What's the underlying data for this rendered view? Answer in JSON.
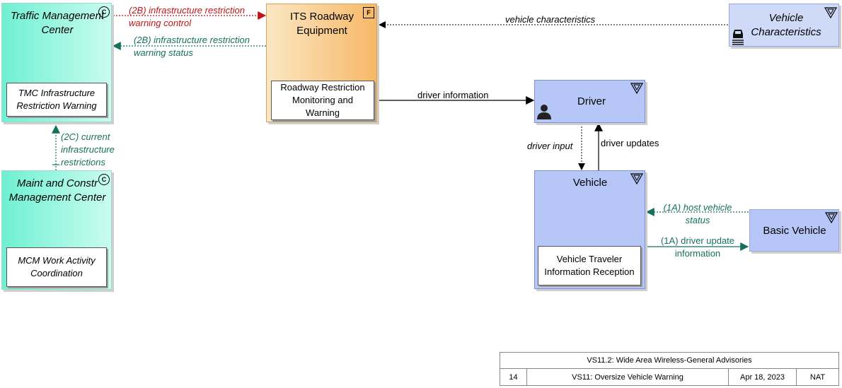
{
  "nodes": {
    "tmc": {
      "title": "Traffic Management Center",
      "badge": "C",
      "sub": "TMC Infrastructure Restriction Warning"
    },
    "mcm": {
      "title": "Maint and Constr Management Center",
      "badge": "C",
      "sub": "MCM Work Activity Coordination"
    },
    "its": {
      "title": "ITS Roadway Equipment",
      "badge": "F",
      "sub": "Roadway Restriction Monitoring and Warning"
    },
    "vehicle_char": {
      "title": "Vehicle Characteristics"
    },
    "driver": {
      "title": "Driver"
    },
    "vehicle": {
      "title": "Vehicle",
      "sub": "Vehicle Traveler Information Reception"
    },
    "basic_vehicle": {
      "title": "Basic Vehicle"
    }
  },
  "flows": {
    "warning_control": "(2B) infrastructure restriction warning control",
    "warning_status": "(2B) infrastructure restriction warning status",
    "current_restrictions": "(2C) current infrastructure restrictions",
    "vehicle_characteristics": "vehicle characteristics",
    "driver_information": "driver information",
    "driver_input": "driver input",
    "driver_updates": "driver updates",
    "host_vehicle_status": "(1A) host vehicle status",
    "driver_update_information": "(1A) driver update information"
  },
  "colors": {
    "center_fill": "#6ff0d2",
    "field_fill": "#f7b866",
    "vehicle_fill": "#b5c6f7",
    "terminator_fill": "#cfdaf8",
    "control_flow": "#c0141a",
    "status_flow": "#16705a"
  },
  "footer": {
    "title": "VS11.2: Wide Area Wireless-General Advisories",
    "number": "14",
    "name": "VS11: Oversize Vehicle Warning",
    "date": "Apr 18, 2023",
    "scope": "NAT"
  }
}
